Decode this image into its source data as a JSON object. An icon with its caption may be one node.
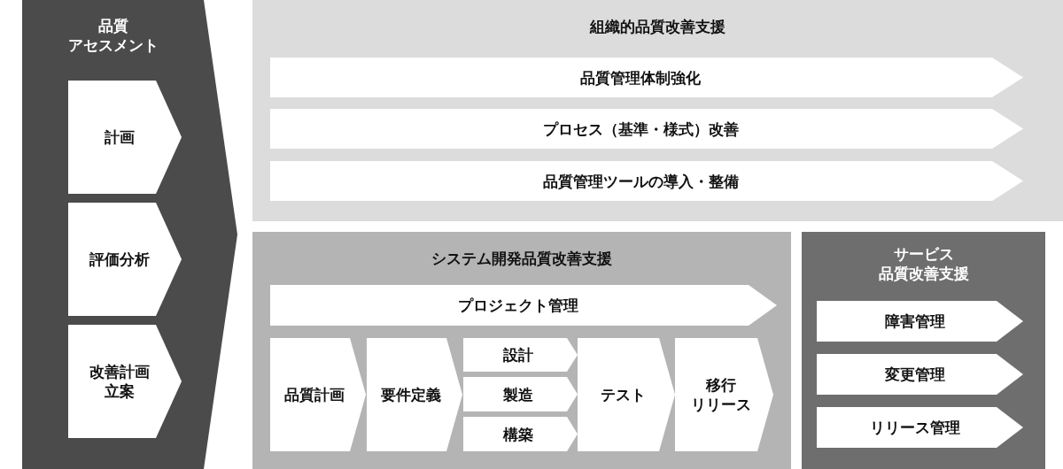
{
  "diagram": {
    "nodes": [
      {
        "text": [
          "品質アセスメント"
        ]
      },
      {
        "text": [
          "計画"
        ],
        "in": 0
      },
      {
        "text": [
          "評価分析"
        ],
        "in": 0
      },
      {
        "text": [
          "改善計画立案"
        ],
        "in": 0
      },
      {
        "text": [
          "組織的品質改善支援"
        ]
      },
      {
        "text": [
          "品質管理体制強化"
        ],
        "in": 4
      },
      {
        "text": [
          "プロセス（基準・様式）改善"
        ],
        "in": 4
      },
      {
        "text": [
          "品質管理ツールの導入・整備"
        ],
        "in": 4
      },
      {
        "text": [
          "システム開発品質改善支援"
        ]
      },
      {
        "text": [
          "プロジェクト管理"
        ],
        "in": 8
      },
      {
        "text": [
          "品質計画"
        ],
        "in": 8
      },
      {
        "text": [
          "要件定義"
        ],
        "in": 8
      },
      {
        "text": [
          "設計"
        ],
        "in": 8
      },
      {
        "text": [
          "製造"
        ],
        "in": 8
      },
      {
        "text": [
          "構築"
        ],
        "in": 8
      },
      {
        "text": [
          "テスト"
        ],
        "in": 8
      },
      {
        "text": [
          "移行リリース"
        ],
        "in": 8
      },
      {
        "text": [
          "サービス品質改善支援"
        ]
      },
      {
        "text": [
          "障害管理"
        ],
        "in": 17
      },
      {
        "text": [
          "変更管理"
        ],
        "in": 17
      },
      {
        "text": [
          "リリース管理"
        ],
        "in": 17
      }
    ]
  }
}
